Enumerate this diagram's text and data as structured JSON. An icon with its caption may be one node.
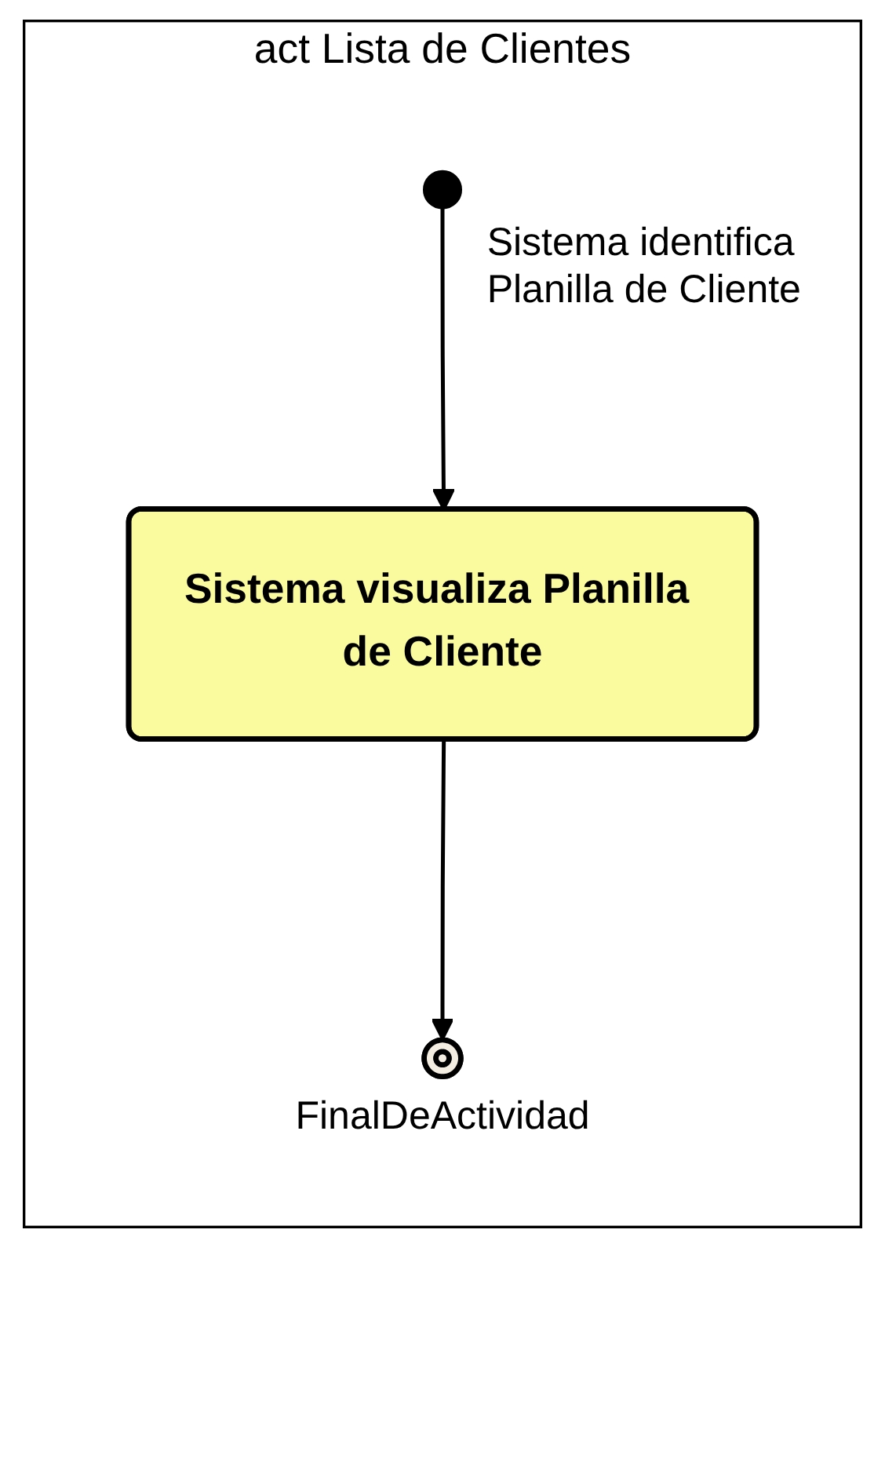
{
  "diagram": {
    "nodes": [
      {
        "text": [
          "act Lista de Clientes"
        ]
      },
      {
        "text": [],
        "shape": "circle",
        "in": 0,
        "beside": [
          "Sistema identifica Planilla de Cliente"
        ]
      },
      {
        "text": [
          "Sistema visualiza Planilla de Cliente"
        ],
        "in": 0
      },
      {
        "text": [],
        "shape": "circle",
        "in": 0,
        "beside": [
          "FinalDeActividad"
        ]
      }
    ],
    "edges": [
      {
        "from": 1,
        "to": 2,
        "arrow": "to"
      },
      {
        "from": 2,
        "to": 3,
        "arrow": "to"
      }
    ]
  }
}
